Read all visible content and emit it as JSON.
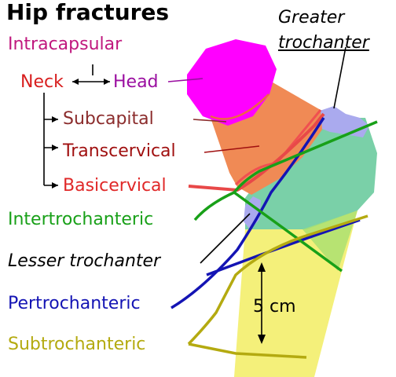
{
  "title": "Hip fractures",
  "labels": {
    "intracapsular": "Intracapsular",
    "neck": "Neck",
    "head": "Head",
    "subcapital": "Subcapital",
    "transcervical": "Transcervical",
    "basicervical": "Basicervical",
    "intertrochanteric": "Intertrochanteric",
    "lesser_trochanter": "Lesser trochanter",
    "pertrochanteric": "Pertrochanteric",
    "subtrochanteric": "Subtrochanteric",
    "greater_trochanter_line1": "Greater",
    "greater_trochanter_line2": "trochanter",
    "distance": "5 cm"
  },
  "colors": {
    "intracapsular": "#c0187e",
    "neck": "#d81e1e",
    "head": "#9a0ea0",
    "subcapital": "#8b2c2c",
    "transcervical": "#a01010",
    "basicervical": "#e02828",
    "intertrochanteric": "#18a018",
    "lesser_trochanter": "#000000",
    "pertrochanteric": "#1414b4",
    "subtrochanteric": "#b4aa10",
    "greater_trochanter": "#000000",
    "head_fill": "#ff00ff",
    "neck_fill": "#f08a55",
    "greater_trochanter_fill": "#aaaaee",
    "intertroch_region_fill": "#7ad0a8",
    "shaft_fill": "#f4f07a"
  }
}
